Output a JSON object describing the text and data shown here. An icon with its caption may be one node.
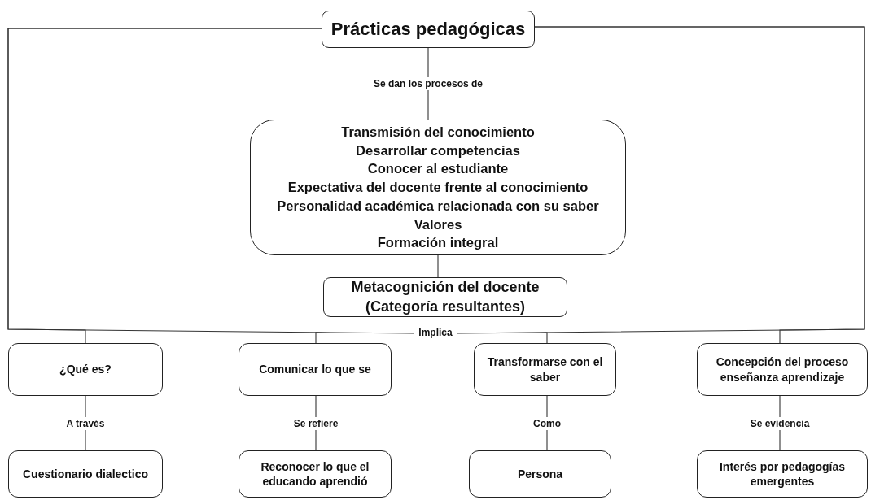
{
  "diagram": {
    "nodes": [
      {
        "text": [
          "Prácticas pedagógicas"
        ]
      },
      {
        "text": [
          "Transmisión del conocimiento",
          "Desarrollar competencias",
          "Conocer al estudiante",
          "Expectativa del docente frente al conocimiento",
          "Personalidad académica relacionada con su saber",
          "Valores",
          "Formación integral"
        ]
      },
      {
        "text": [
          "Metacognición del docente (Categoría resultantes)"
        ]
      },
      {
        "text": [
          "¿Qué es?"
        ]
      },
      {
        "text": [
          "Comunicar lo que se"
        ]
      },
      {
        "text": [
          "Transformarse con el saber"
        ]
      },
      {
        "text": [
          "Concepción del proceso enseñanza aprendizaje"
        ]
      },
      {
        "text": [
          "Cuestionario dialectico"
        ]
      },
      {
        "text": [
          "Reconocer lo que el educando aprendió"
        ]
      },
      {
        "text": [
          "Persona"
        ]
      },
      {
        "text": [
          "Interés por pedagogías emergentes"
        ]
      }
    ],
    "edges": [
      {
        "from": 0,
        "to": 1,
        "arrow": "none",
        "label": "Se dan los procesos de"
      },
      {
        "from": 1,
        "to": 2,
        "arrow": "none"
      },
      {
        "from": 0,
        "to": 3,
        "arrow": "none"
      },
      {
        "from": 0,
        "to": 4,
        "arrow": "none",
        "label": "Implica"
      },
      {
        "from": 0,
        "to": 5,
        "arrow": "none"
      },
      {
        "from": 0,
        "to": 6,
        "arrow": "none"
      },
      {
        "from": 3,
        "to": 7,
        "arrow": "none",
        "label": "A través"
      },
      {
        "from": 4,
        "to": 8,
        "arrow": "none",
        "label": "Se refiere"
      },
      {
        "from": 5,
        "to": 9,
        "arrow": "none",
        "label": "Como"
      },
      {
        "from": 6,
        "to": 10,
        "arrow": "none",
        "label": "Se evidencia"
      }
    ]
  }
}
